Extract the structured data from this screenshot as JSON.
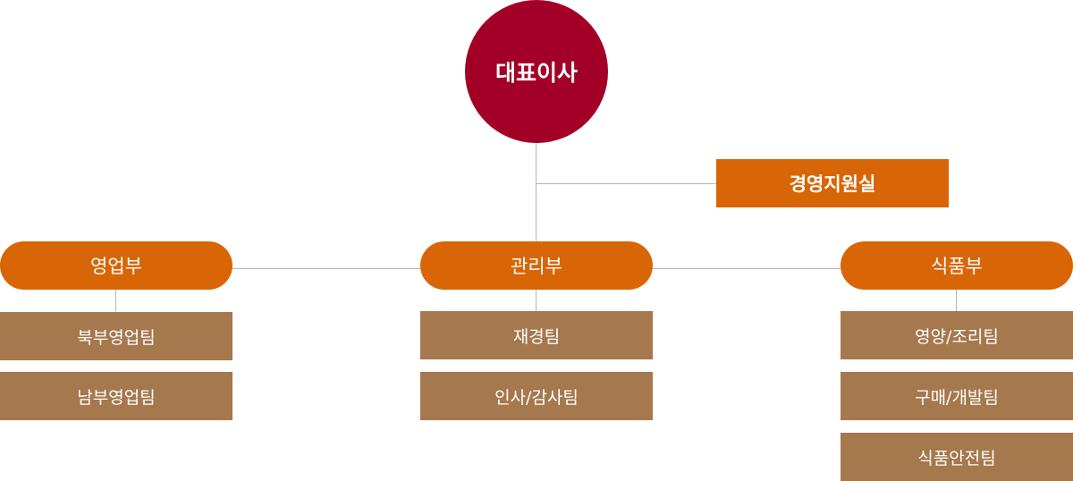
{
  "org": {
    "ceo": "대표이사",
    "support": "경영지원실",
    "departments": [
      {
        "label": "영업부",
        "teams": [
          "북부영업팀",
          "남부영업팀"
        ]
      },
      {
        "label": "관리부",
        "teams": [
          "재경팀",
          "인사/감사팀"
        ]
      },
      {
        "label": "식품부",
        "teams": [
          "영양/조리팀",
          "구매/개발팀",
          "식품안전팀"
        ]
      }
    ]
  },
  "colors": {
    "ceo": "#a30027",
    "support": "#d86606",
    "department": "#d86606",
    "team": "#a5784d",
    "connector": "#b4b4b4"
  }
}
